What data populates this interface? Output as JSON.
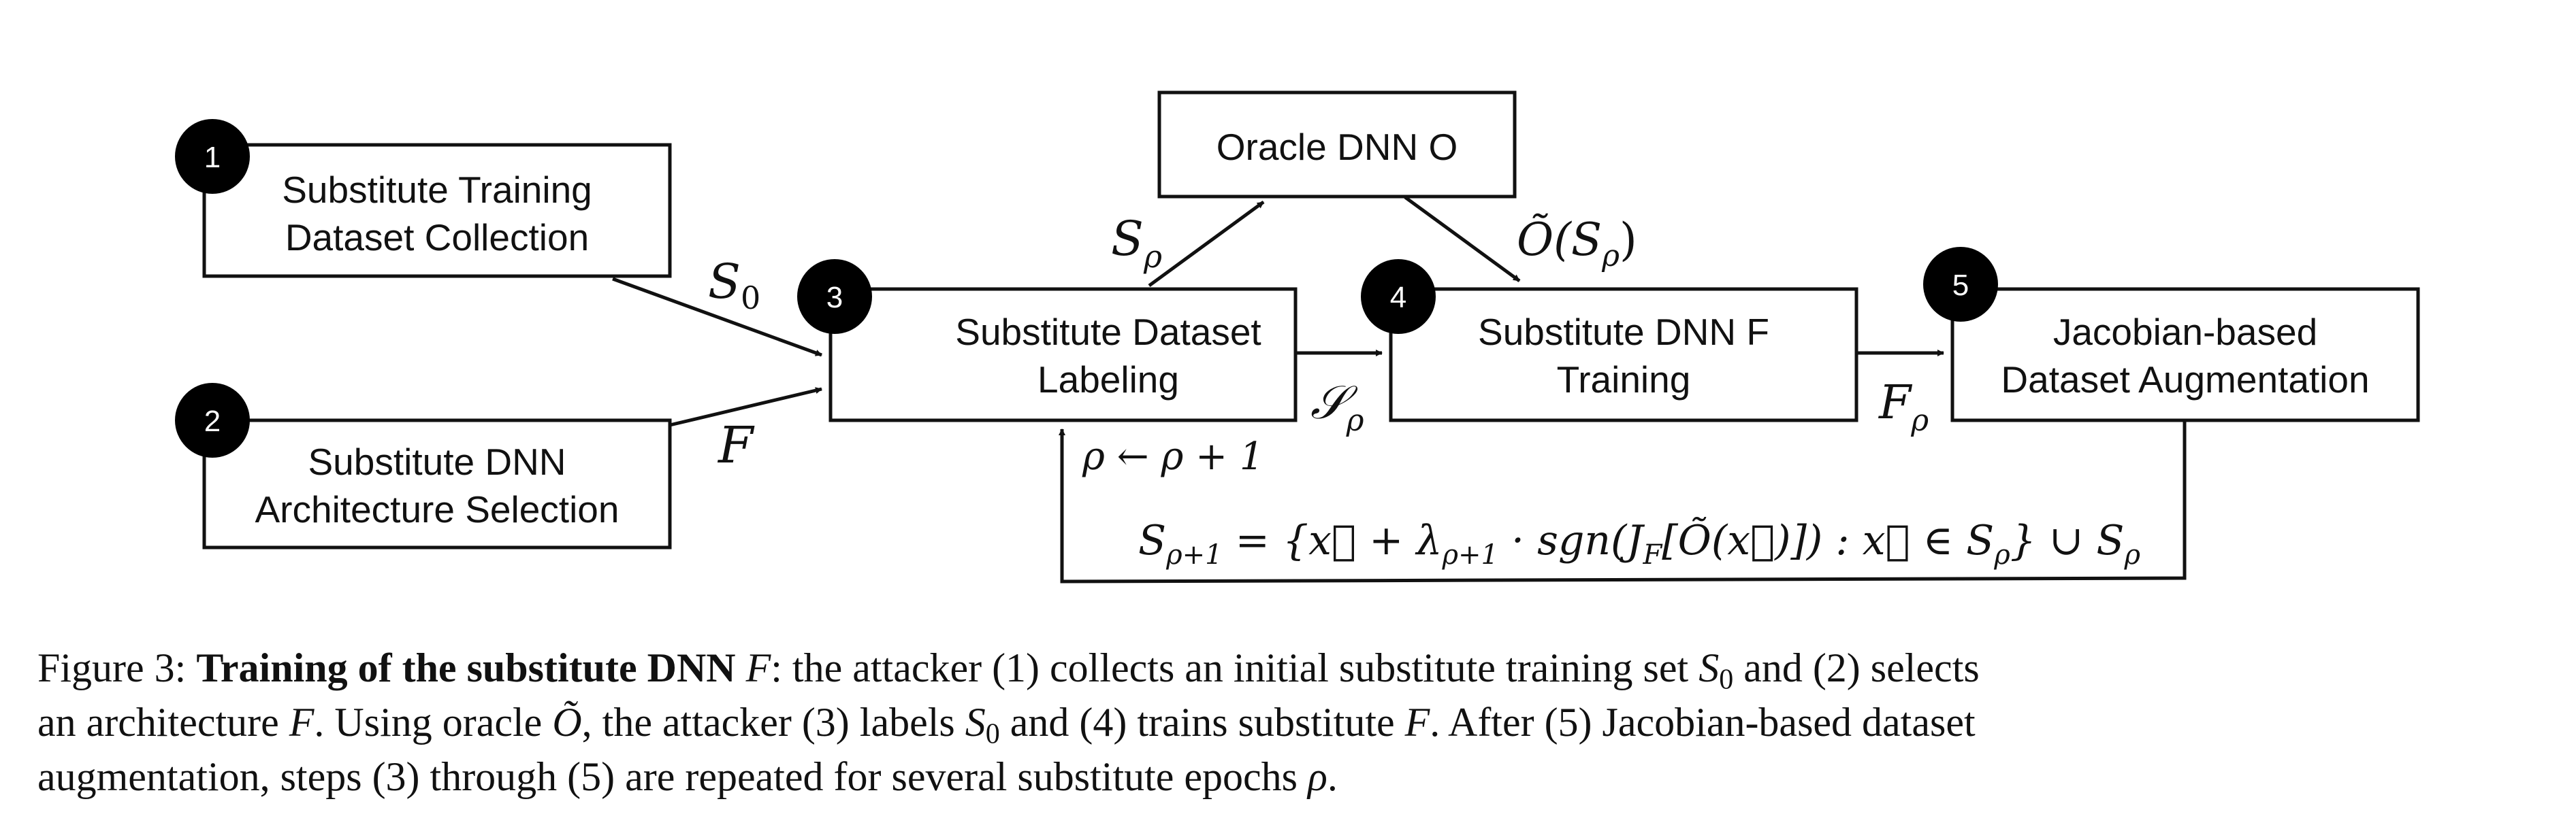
{
  "boxes": {
    "collection": {
      "number": "1",
      "line1": "Substitute Training",
      "line2": "Dataset Collection"
    },
    "architecture": {
      "number": "2",
      "line1": "Substitute DNN",
      "line2": "Architecture Selection"
    },
    "labeling": {
      "number": "3",
      "line1": "Substitute Dataset",
      "line2": "Labeling"
    },
    "training": {
      "number": "4",
      "line1": "Substitute DNN F",
      "line2": "Training"
    },
    "augmentation": {
      "number": "5",
      "line1": "Jacobian-based",
      "line2": "Dataset Augmentation"
    },
    "oracle": {
      "label": "Oracle DNN O"
    }
  },
  "edge_labels": {
    "s0": {
      "base": "S",
      "sub": "0"
    },
    "f": {
      "base": "F"
    },
    "s_rho_up": {
      "base": "S",
      "sub": "ρ"
    },
    "oracle_out": {
      "base": "Õ(S",
      "sub": "ρ",
      "tail": ")"
    },
    "s_rho_cal": {
      "base": "𝒮",
      "sub": "ρ"
    },
    "f_rho": {
      "base": "F",
      "sub": "ρ"
    },
    "rho_update": {
      "text": "ρ ← ρ + 1"
    },
    "update_rule": {
      "lhs": "S",
      "lhs_sub": "ρ+1",
      "rhs": " = {x⃗ + λ",
      "rhs_sub": "ρ+1",
      "rhs2": " · sgn(J",
      "rhs2_sub": "F",
      "rhs3": "[Õ(x⃗)]) : x⃗ ∈ S",
      "rhs3_sub": "ρ",
      "rhs4": "} ∪ S",
      "rhs4_sub": "ρ"
    }
  },
  "caption": {
    "prefix": "Figure 3: ",
    "bold": "Training of the substitute DNN",
    "l1a": " ",
    "l1_F": "F",
    "l1b": ": the attacker (1) collects an initial substitute training set ",
    "l1_S": "S",
    "l1_S_sub": "0",
    "l1c": " and (2) selects",
    "l2a": "an architecture ",
    "l2_F": "F",
    "l2b": ". Using oracle ",
    "l2_O": "Õ",
    "l2c": ", the attacker (3) labels ",
    "l2_S": "S",
    "l2_S_sub": "0",
    "l2d": " and (4) trains substitute ",
    "l2_F2": "F",
    "l2e": ". After (5) Jacobian-based dataset",
    "l3a": "augmentation, steps (3) through (5) are repeated for several substitute epochs ",
    "l3_rho": "ρ",
    "l3b": "."
  }
}
